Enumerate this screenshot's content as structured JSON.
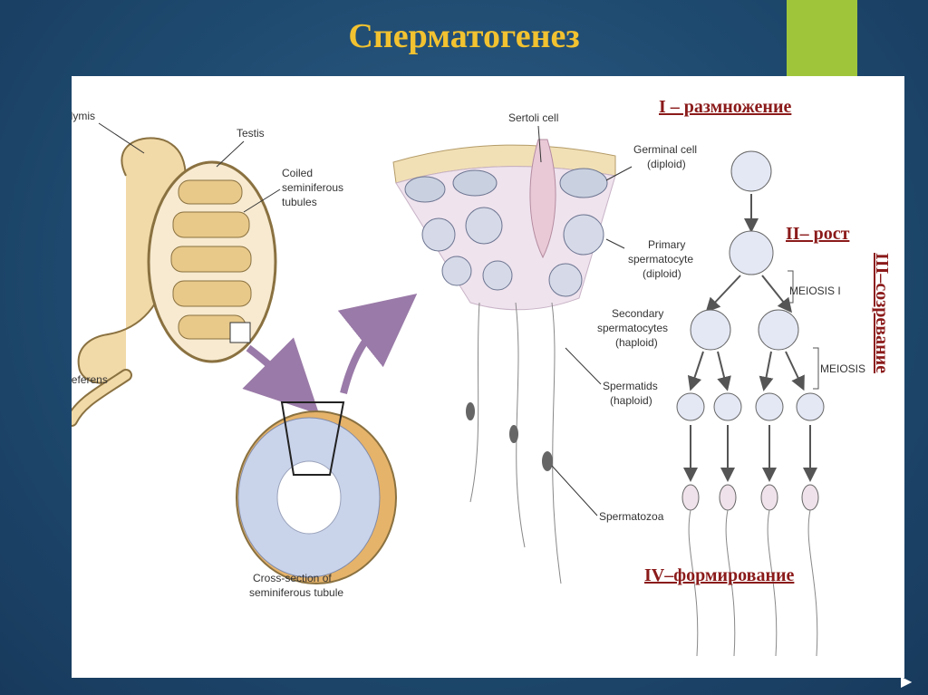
{
  "slide": {
    "title": "Сперматогенез",
    "accent": "#9fc63b",
    "title_color": "#f2c230",
    "next_icon": "▶"
  },
  "labels": {
    "epididymis": "Epididymis",
    "testis": "Testis",
    "coiled_1": "Coiled",
    "coiled_2": "seminiferous",
    "coiled_3": "tubules",
    "vas_deferens": "Vas deferens",
    "cross_1": "Cross-section of",
    "cross_2": "seminiferous tubule",
    "sertoli": "Sertoli cell",
    "germinal_1": "Germinal cell",
    "germinal_2": "(diploid)",
    "primary_1": "Primary",
    "primary_2": "spermatocyte",
    "primary_3": "(diploid)",
    "secondary_1": "Secondary",
    "secondary_2": "spermatocytes",
    "secondary_3": "(haploid)",
    "spermatids_1": "Spermatids",
    "spermatids_2": "(haploid)",
    "spermatozoa": "Spermatozoa",
    "meiosis1": "MEIOSIS I",
    "meiosis2": "MEIOSIS"
  },
  "stages": {
    "s1": "I – размножение",
    "s2": "II– рост",
    "s3": "III–созревание",
    "s4": "IV–формирование",
    "color": "#8b1a1a"
  }
}
